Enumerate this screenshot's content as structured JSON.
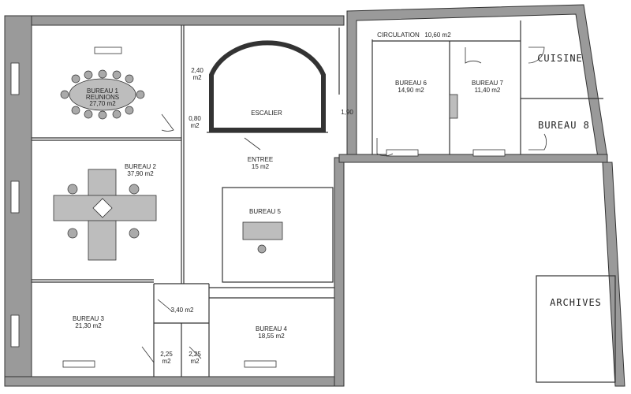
{
  "plan": {
    "type": "architectural-floor-plan",
    "rooms": [
      {
        "id": "bureau1",
        "name": "BUREAU 1",
        "subtitle": "REUNIONS",
        "area": "27,70 m2"
      },
      {
        "id": "bureau2",
        "name": "BUREAU 2",
        "area": "37,90 m2"
      },
      {
        "id": "bureau3",
        "name": "BUREAU 3",
        "area": "21,30 m2"
      },
      {
        "id": "bureau4",
        "name": "BUREAU 4",
        "area": "18,55 m2"
      },
      {
        "id": "bureau5",
        "name": "BUREAU 5"
      },
      {
        "id": "bureau6",
        "name": "BUREAU 6",
        "area": "14,90 m2"
      },
      {
        "id": "bureau7",
        "name": "BUREAU 7",
        "area": "11,40 m2"
      },
      {
        "id": "bureau8",
        "name": "BUREAU 8"
      },
      {
        "id": "cuisine",
        "name": "CUISINE"
      },
      {
        "id": "archives",
        "name": "ARCHIVES"
      },
      {
        "id": "escalier",
        "name": "ESCALIER"
      },
      {
        "id": "entree",
        "name": "ENTREE",
        "area": "15 m2"
      },
      {
        "id": "circulation",
        "name": "CIRCULATION",
        "area": "10,60 m2"
      },
      {
        "id": "wc1",
        "area": "2,40",
        "unit": "m2"
      },
      {
        "id": "placard",
        "area": "0,80",
        "unit": "m2"
      },
      {
        "id": "degagement",
        "area": "3,40 m2"
      },
      {
        "id": "wc2",
        "area": "2,25",
        "unit": "m2"
      },
      {
        "id": "wc3",
        "area": "2,25",
        "unit": "m2"
      },
      {
        "id": "wc4",
        "area": "1,90"
      }
    ]
  }
}
